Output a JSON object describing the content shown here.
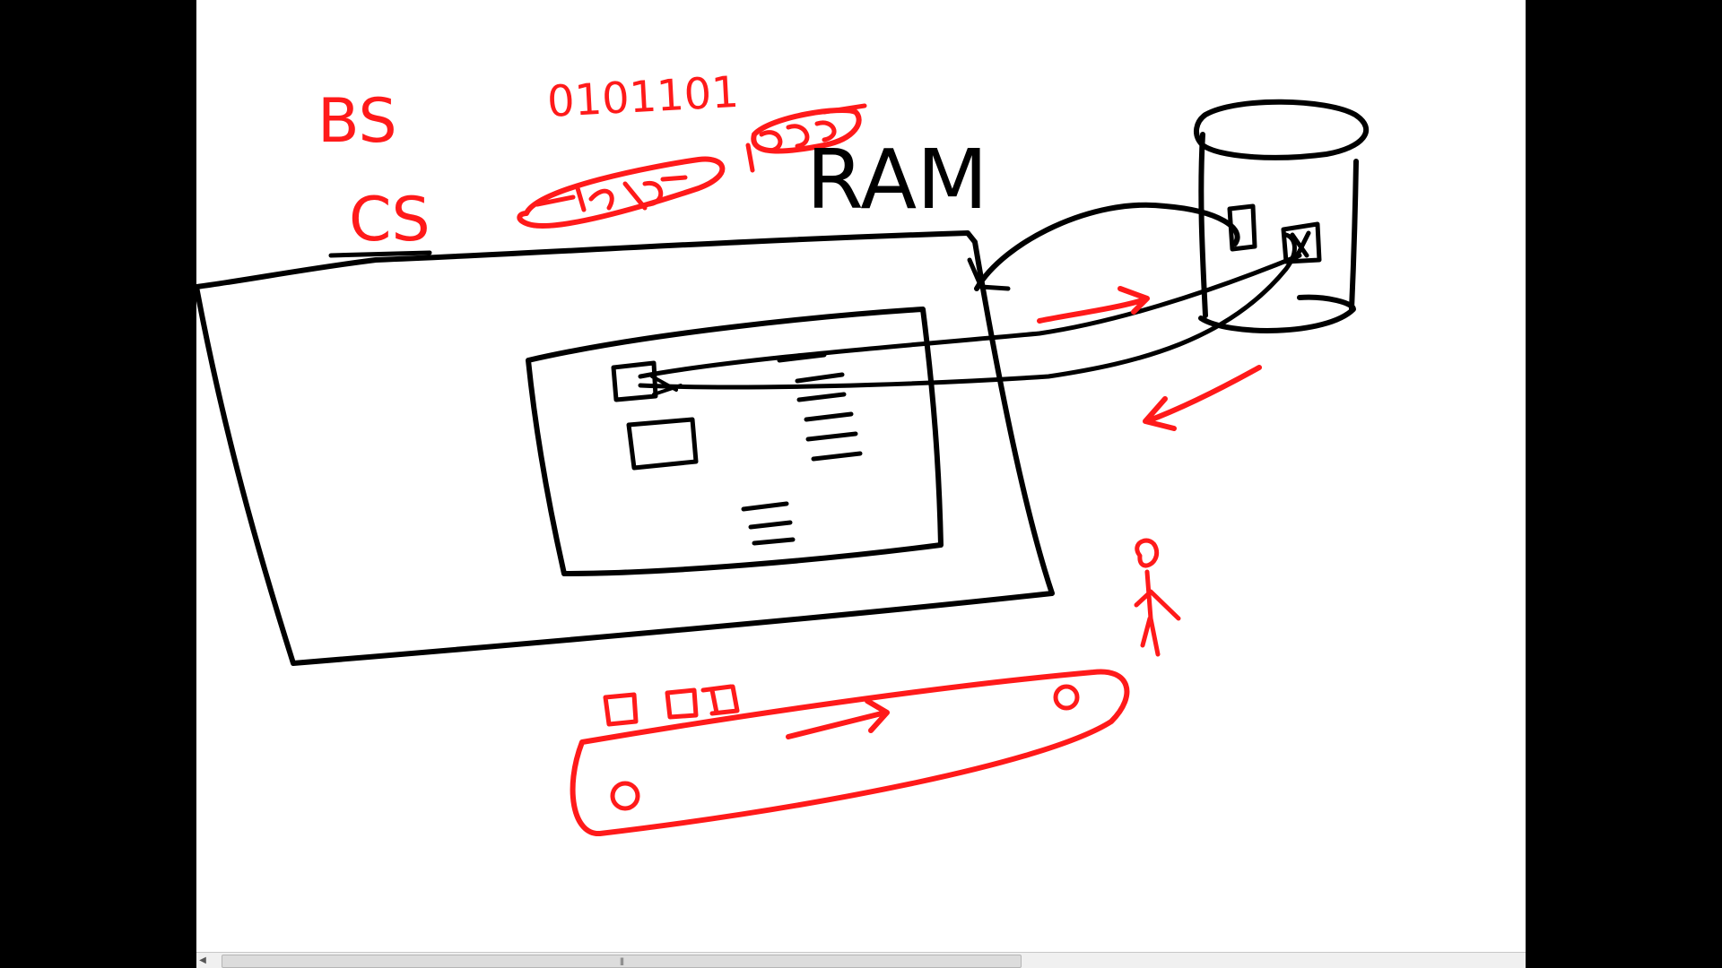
{
  "whiteboard": {
    "labels": {
      "bs": "BS",
      "binary": "0101101",
      "cs": "CS",
      "ram": "RAM"
    },
    "colors": {
      "background": "#ffffff",
      "ink_black": "#000000",
      "ink_red": "#ff1a1a",
      "letterbox": "#000000"
    }
  },
  "scrollbar": {
    "grip_icon": "grip-lines-icon",
    "arrow_icon": "chevron-left-icon"
  }
}
